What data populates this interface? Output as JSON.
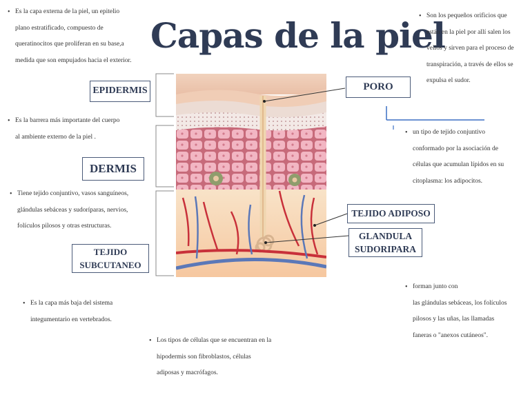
{
  "title": "Capas de la piel",
  "labels": {
    "epidermis": "EPIDERMIS",
    "dermis": "DERMIS",
    "subcutaneo_1": "TEJIDO",
    "subcutaneo_2": "SUBCUTANEO",
    "poro": "PORO",
    "tejido_adiposo": "TEJIDO ADIPOSO",
    "glandula_1": "GLANDULA",
    "glandula_2": "SUDORIPARA"
  },
  "notes": {
    "epidermis_desc": [
      "Es la capa externa de la piel, un epitelio",
      "plano estratificado, compuesto de",
      "queratinocitos que proliferan en su base,a",
      "medida que son empujados hacia el exterior."
    ],
    "barrera": [
      "Es la barrera más importante del cuerpo",
      "al ambiente externo de la piel ."
    ],
    "dermis_desc": [
      "Tiene tejido conjuntivo, vasos sanguíneos,",
      "glándulas sebáceas y sudoríparas, nervios,",
      "folículos pilosos y otras estructuras."
    ],
    "subcutaneo_desc": [
      "Es la capa más baja del sistema",
      "integumentario en vertebrados."
    ],
    "hipodermis": [
      "Los tipos de células que se encuentran en la",
      "hipodermis son fibroblastos, células",
      "adiposas y macrófagos."
    ],
    "poro_desc": [
      "Son los pequeños orificios que",
      "están en la piel por allí salen los",
      "vellos y sirven para el proceso de",
      "transpiración, a través de ellos se",
      "expulsa el sudor."
    ],
    "adiposo_desc": [
      "un tipo de tejido conjuntivo",
      "conformado por la asociación de",
      "células que acumulan lípidos en su",
      "citoplasma: los adipocitos."
    ],
    "glandula_desc": [
      "forman junto con",
      "las glándulas sebáceas, los folículos",
      "pilosos y las uñas, las llamadas",
      "faneras o \"anexos cutáneos\"."
    ]
  }
}
